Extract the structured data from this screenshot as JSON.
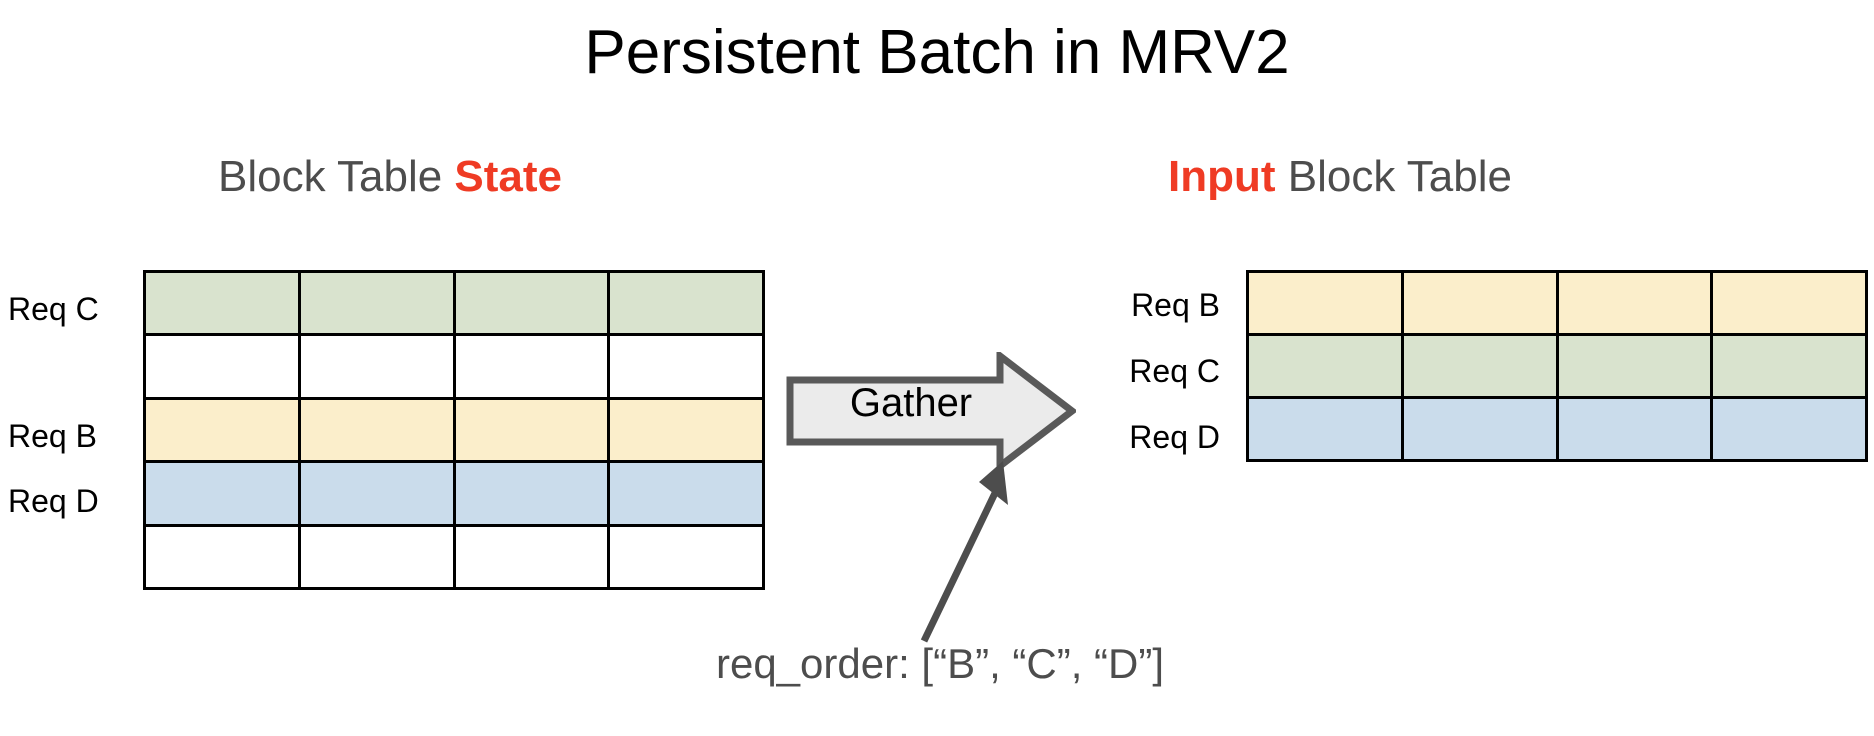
{
  "slide": {
    "title": "Persistent Batch in MRV2"
  },
  "left_panel": {
    "heading_prefix": "Block Table ",
    "heading_accent": "State",
    "row_labels": [
      "Req C",
      "Req B",
      "Req D"
    ],
    "rows": [
      {
        "label": "Req C",
        "color": "#d9e3ce",
        "cells": [
          "",
          "",
          "",
          ""
        ]
      },
      {
        "label": "",
        "color": "#ffffff",
        "cells": [
          "",
          "",
          "",
          ""
        ]
      },
      {
        "label": "Req B",
        "color": "#fbeecb",
        "cells": [
          "",
          "",
          "",
          ""
        ]
      },
      {
        "label": "Req D",
        "color": "#cadceb",
        "cells": [
          "",
          "",
          "",
          ""
        ]
      },
      {
        "label": "",
        "color": "#ffffff",
        "cells": [
          "",
          "",
          "",
          ""
        ]
      }
    ]
  },
  "right_panel": {
    "heading_accent": "Input",
    "heading_suffix": " Block Table",
    "row_labels": [
      "Req B",
      "Req C",
      "Req D"
    ],
    "rows": [
      {
        "label": "Req B",
        "color": "#fbeecb",
        "cells": [
          "",
          "",
          "",
          ""
        ]
      },
      {
        "label": "Req C",
        "color": "#d9e3ce",
        "cells": [
          "",
          "",
          "",
          ""
        ]
      },
      {
        "label": "Req D",
        "color": "#cadceb",
        "cells": [
          "",
          "",
          "",
          ""
        ]
      }
    ]
  },
  "operation": {
    "label": "Gather",
    "fill_color": "#ebebeb",
    "border_color": "#595959"
  },
  "caption": {
    "text": "req_order: [“B”, “C”, “D”]",
    "color": "#4d4d4d"
  },
  "palette": {
    "green": "#d9e3ce",
    "yellow": "#fbeecb",
    "blue": "#cadceb",
    "white": "#ffffff",
    "accent_red": "#ef3b24",
    "heading_gray": "#4d4d4d",
    "grid_black": "#000000"
  }
}
